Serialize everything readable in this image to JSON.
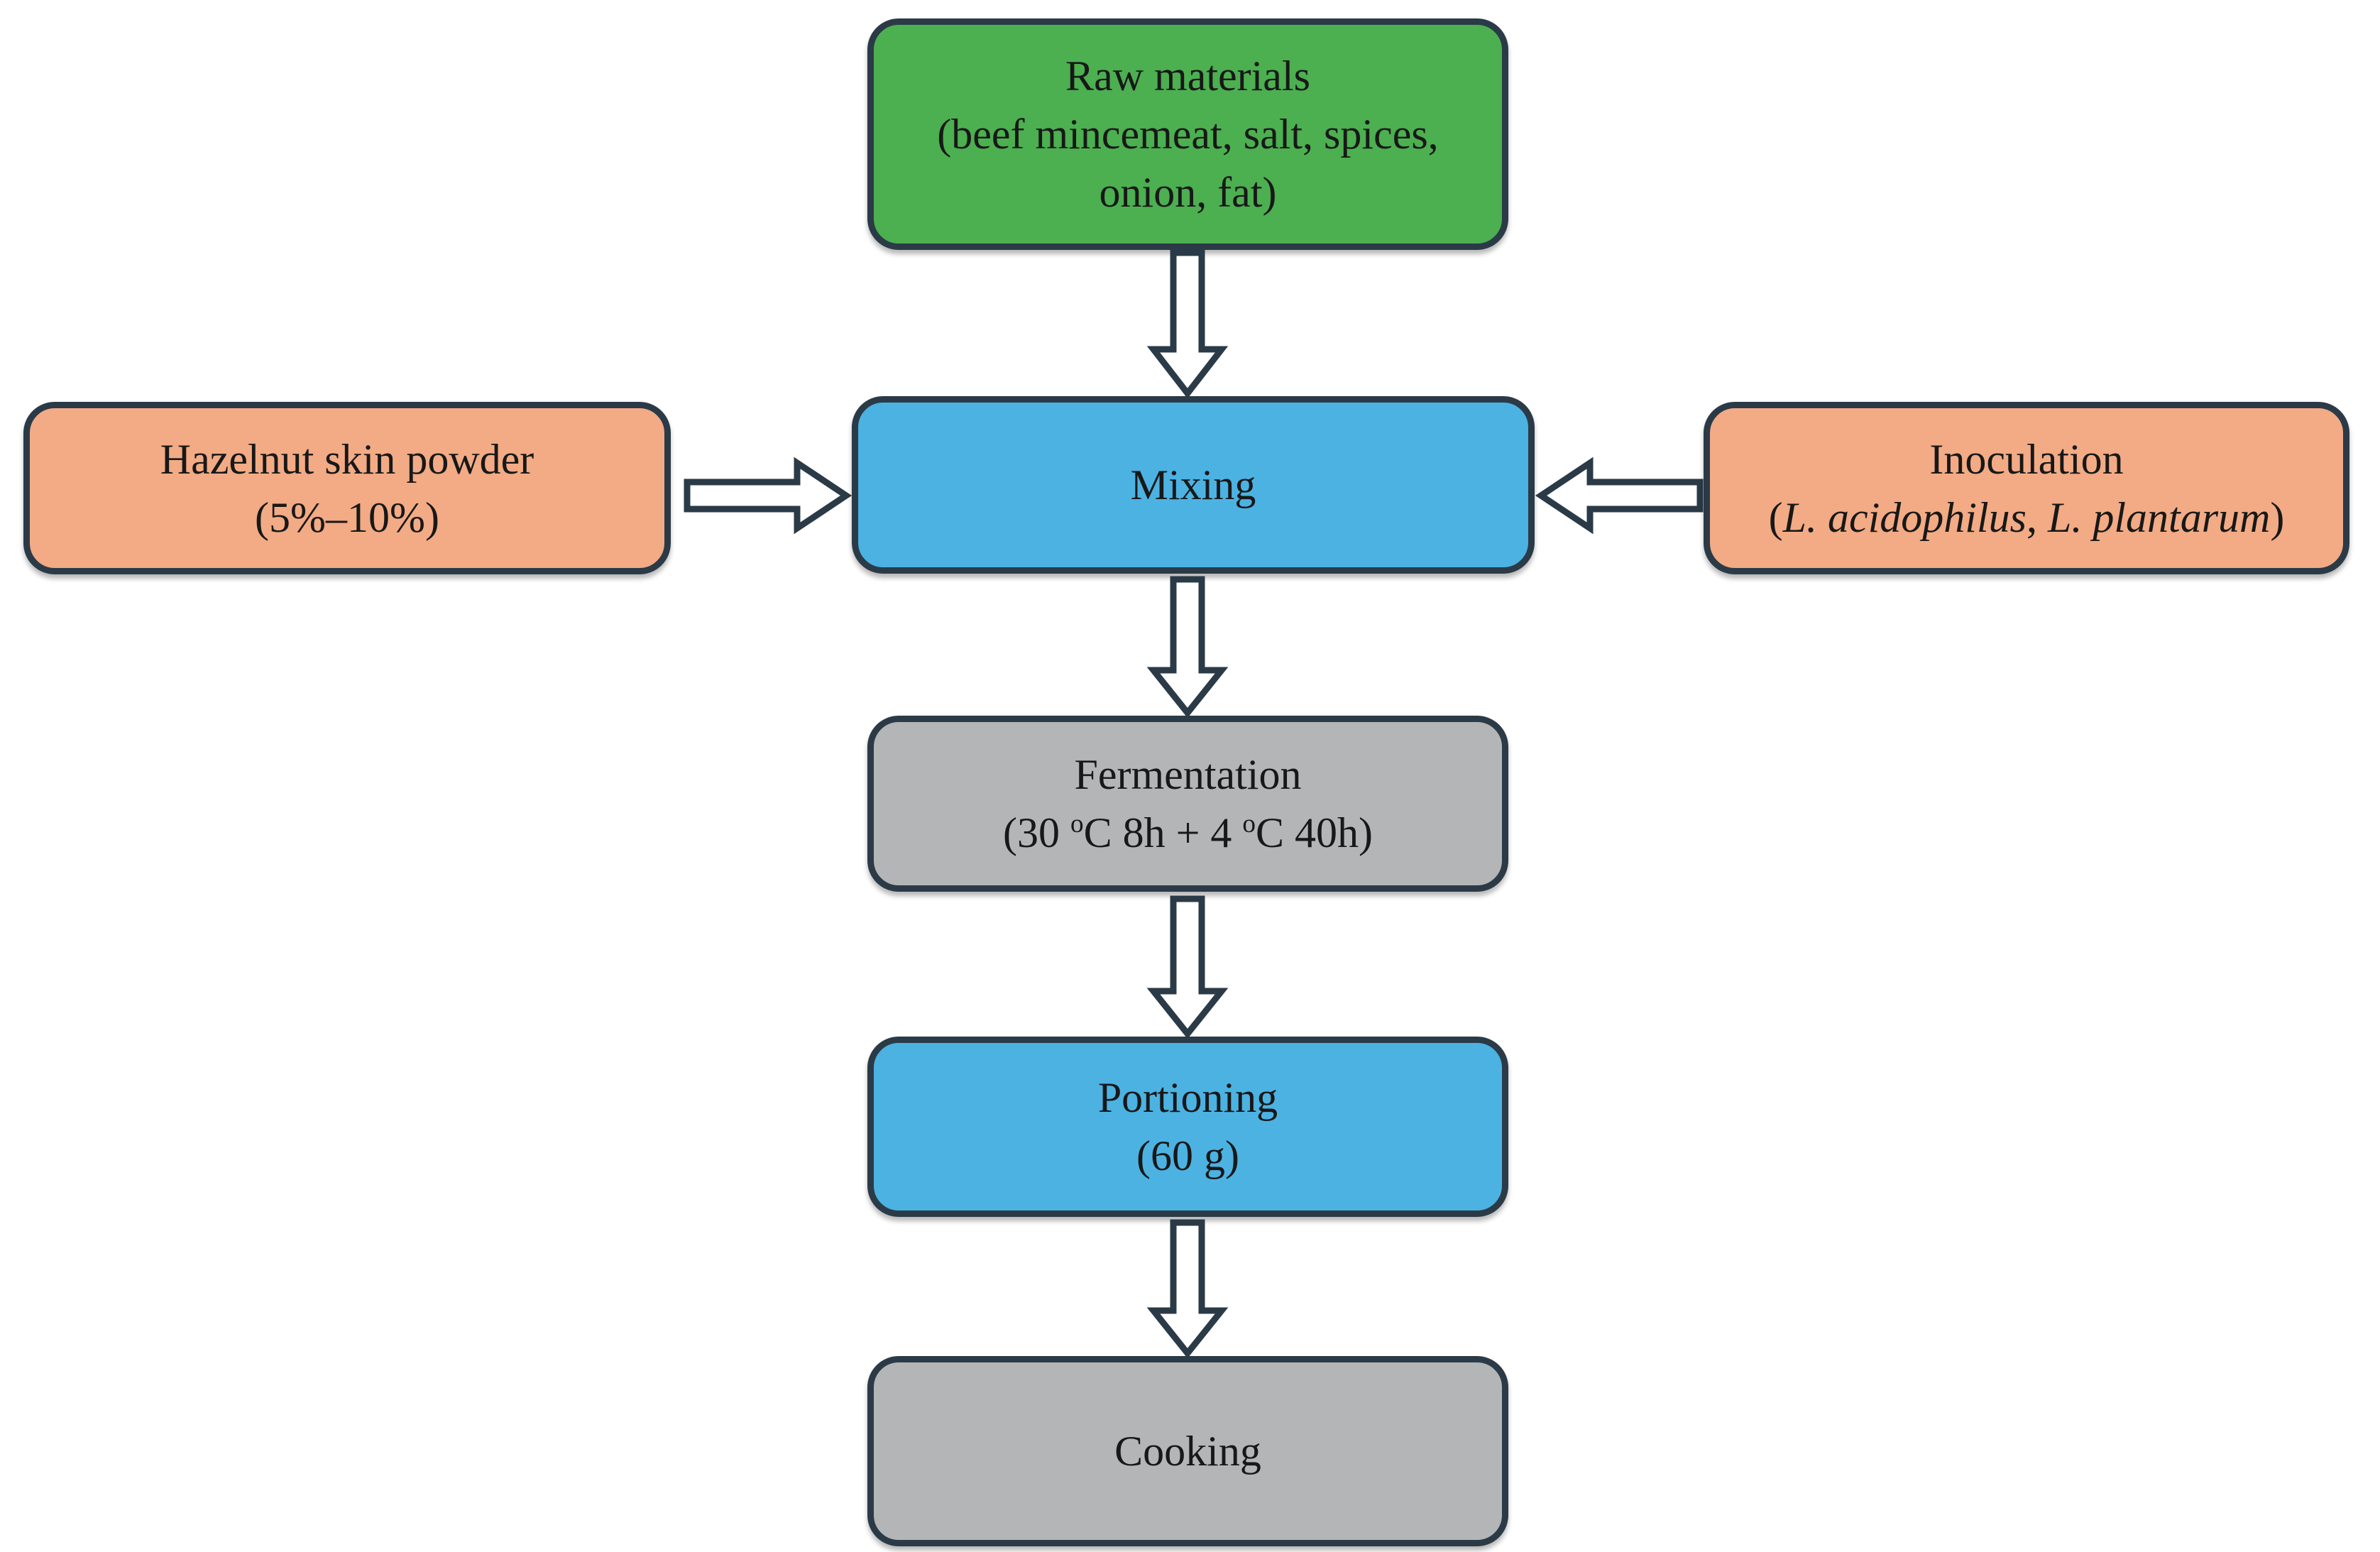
{
  "diagram": {
    "title": "Fermented beef product processing flow diagram",
    "type": "process-flowchart",
    "background_color": "#ffffff",
    "colors": {
      "green": "#4caf50",
      "blue": "#4cb2e2",
      "orange": "#f2ab85",
      "gray": "#b3b5b7",
      "border": "#2b3a47",
      "text": "#181818"
    }
  },
  "nodes": {
    "raw_materials": {
      "id": "raw-materials",
      "color": "#4caf50",
      "line1": "Raw materials",
      "line2": "(beef mincemeat, salt, spices,",
      "line3": "onion, fat)"
    },
    "hazelnut": {
      "id": "hazelnut-skin-powder",
      "color": "#f2ab85",
      "line1": "Hazelnut skin powder",
      "line2": "(5%–10%)"
    },
    "mixing": {
      "id": "mixing",
      "color": "#4cb2e2",
      "line1": "Mixing"
    },
    "inoculation": {
      "id": "inoculation",
      "color": "#f2ab85",
      "line1": "Inoculation",
      "line2_open": "(",
      "line2_species1": "L. acidophilus",
      "line2_sep": ", ",
      "line2_species2": "L. plantarum",
      "line2_close": ")"
    },
    "fermentation": {
      "id": "fermentation",
      "color": "#b3b5b7",
      "line1": "Fermentation",
      "line2_a": "(30 ",
      "line2_sup1": "o",
      "line2_b": "C  8h + 4 ",
      "line2_sup2": "o",
      "line2_c": "C  40h)"
    },
    "portioning": {
      "id": "portioning",
      "color": "#4cb2e2",
      "line1": "Portioning",
      "line2": "(60 g)"
    },
    "cooking": {
      "id": "cooking",
      "color": "#b3b5b7",
      "line1": "Cooking"
    }
  },
  "edges": [
    {
      "from": "raw_materials",
      "to": "mixing",
      "direction": "down"
    },
    {
      "from": "hazelnut",
      "to": "mixing",
      "direction": "right"
    },
    {
      "from": "inoculation",
      "to": "mixing",
      "direction": "left"
    },
    {
      "from": "mixing",
      "to": "fermentation",
      "direction": "down"
    },
    {
      "from": "fermentation",
      "to": "portioning",
      "direction": "down"
    },
    {
      "from": "portioning",
      "to": "cooking",
      "direction": "down"
    }
  ]
}
